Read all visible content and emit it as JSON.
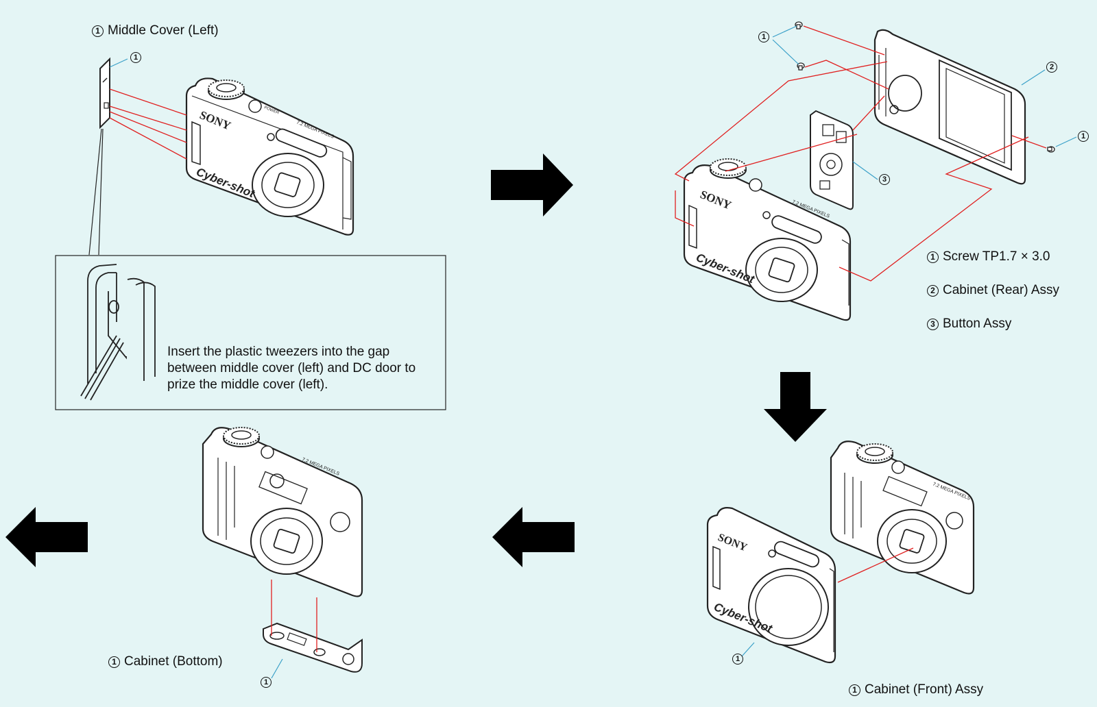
{
  "step1": {
    "part_label": "Middle Cover (Left)",
    "part_num": "1",
    "callout_num": "1",
    "instruction": "Insert the plastic tweezers into the gap between middle cover (left) and DC door to prize the middle cover (left)."
  },
  "step2": {
    "callouts": [
      "1",
      "1",
      "2",
      "3"
    ],
    "legend": [
      {
        "num": "1",
        "text": "Screw TP1.7 × 3.0"
      },
      {
        "num": "2",
        "text": "Cabinet (Rear) Assy"
      },
      {
        "num": "3",
        "text": "Button Assy"
      }
    ]
  },
  "step3": {
    "part_num": "1",
    "part_label": "Cabinet (Front) Assy",
    "callout_num": "1"
  },
  "step4": {
    "part_num": "1",
    "part_label": "Cabinet (Bottom)",
    "callout_num": "1"
  },
  "camera_marks": {
    "brand": "SONY",
    "model": "Cyber-shot",
    "power": "POWER",
    "pixels": "7.2 MEGA PIXELS"
  },
  "colors": {
    "background": "#e4f5f5",
    "leader_red": "#e02020",
    "leader_blue": "#3aa0c8",
    "line": "#222222",
    "arrow": "#000000"
  }
}
